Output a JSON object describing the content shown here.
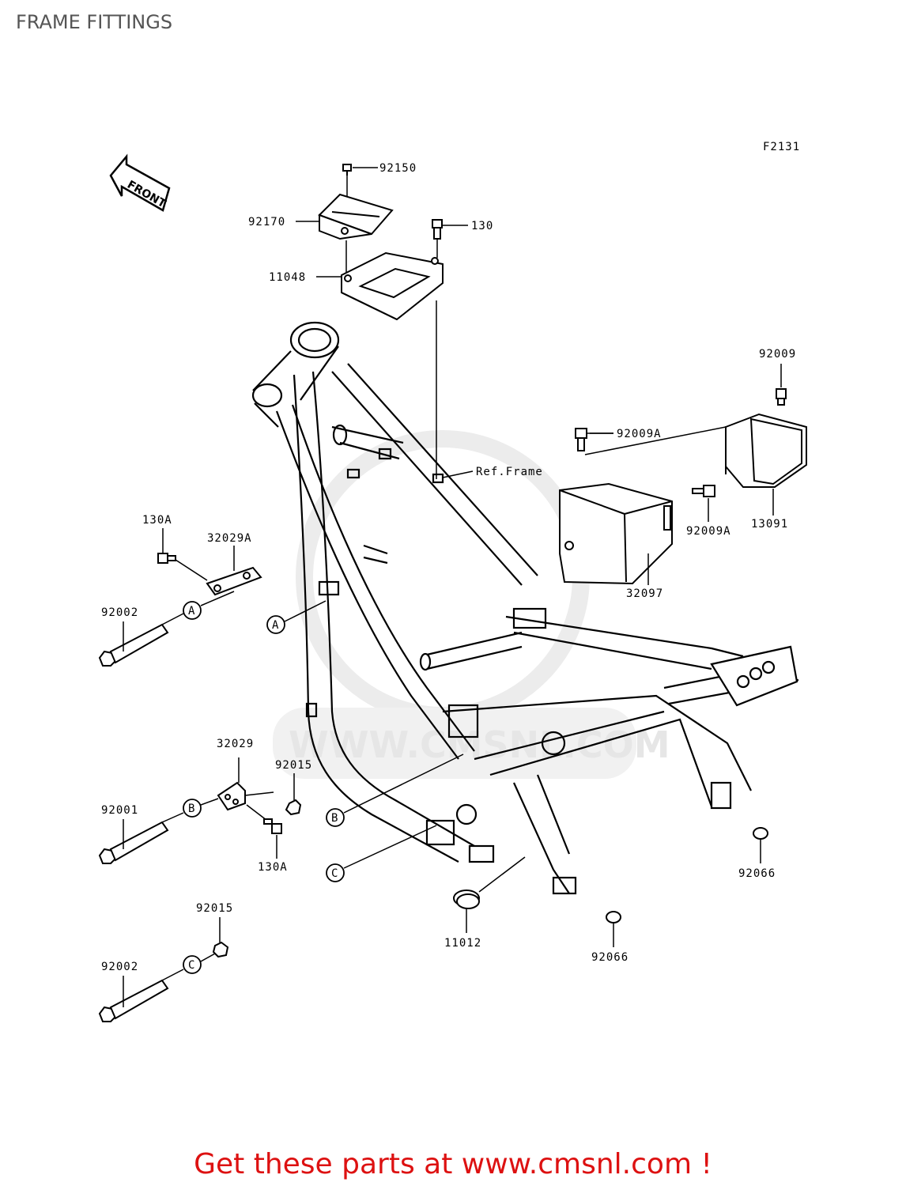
{
  "page": {
    "title": "FRAME FITTINGS",
    "footer": "Get these parts at www.cmsnl.com !",
    "figure_id": "F2131"
  },
  "front_arrow": "FRONT",
  "watermark": "WWW.CMSNL.COM",
  "callouts": {
    "c92150": "92150",
    "c92170": "92170",
    "c130": "130",
    "c11048": "11048",
    "c92009": "92009",
    "c92009A_top": "92009A",
    "ref_frame": "Ref.Frame",
    "c92009A_side": "92009A",
    "c13091": "13091",
    "c32097": "32097",
    "c130A_top": "130A",
    "c32029A": "32029A",
    "c92002_top": "92002",
    "c32029": "32029",
    "c92015_mid": "92015",
    "c92001": "92001",
    "c130A_bot": "130A",
    "c92015_bot": "92015",
    "c92002_bot": "92002",
    "c11012": "11012",
    "c92066_right": "92066",
    "c92066_bot": "92066"
  },
  "markers": {
    "A": "A",
    "B": "B",
    "C": "C"
  },
  "colors": {
    "line": "#000000",
    "title": "#555555",
    "footer": "#dd1111",
    "watermark": "#e6e6e6"
  }
}
